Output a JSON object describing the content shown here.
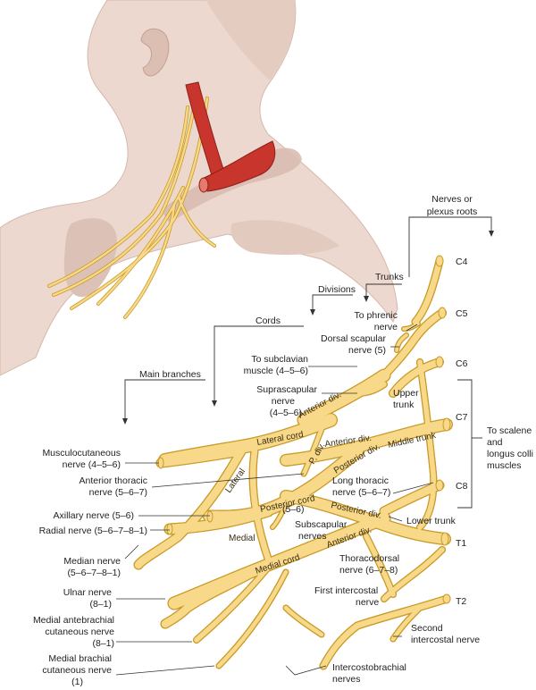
{
  "labels": {
    "roots_heading": [
      "Nerves or",
      "plexus roots"
    ],
    "trunks_heading": "Trunks",
    "divisions_heading": "Divisions",
    "cords_heading": "Cords",
    "branches_heading": "Main branches",
    "roots": [
      "C4",
      "C5",
      "C6",
      "C7",
      "C8",
      "T1",
      "T2"
    ],
    "phrenic": [
      "To phrenic",
      "nerve"
    ],
    "dorsal_scapular": [
      "Dorsal scapular",
      "nerve (5)"
    ],
    "subclavian": [
      "To subclavian",
      "muscle (4–5–6)"
    ],
    "suprascapular": [
      "Suprascapular",
      "nerve",
      "(4–5–6)"
    ],
    "upper_trunk": [
      "Upper",
      "trunk"
    ],
    "middle_trunk": "Middle trunk",
    "lower_trunk": "Lower trunk",
    "scalene": [
      "To scalene",
      "and",
      "longus colli",
      "muscles"
    ],
    "anterior_div": "Anterior div.",
    "posterior_div": "Posterior div.",
    "p_div": "P. div.",
    "lateral_cord": "Lateral cord",
    "posterior_cord": "Posterior cord",
    "medial_cord": "Medial cord",
    "lateral": "Lateral",
    "medial": "Medial",
    "musculocutaneous": [
      "Musculocutaneous",
      "nerve (4–5–6)"
    ],
    "anterior_thoracic": [
      "Anterior thoracic",
      "nerve (5–6–7)"
    ],
    "axillary": "Axillary nerve (5–6)",
    "radial": "Radial nerve (5–6–7–8–1)",
    "median": [
      "Median nerve",
      "(5–6–7–8–1)"
    ],
    "long_thoracic": [
      "Long thoracic",
      "nerve (5–6–7)"
    ],
    "subscapular_num": "(5–6)",
    "subscapular": [
      "Subscapular",
      "nerves"
    ],
    "thoracodorsal": [
      "Thoracodorsal",
      "nerve (6–7–8)"
    ],
    "ulnar": [
      "Ulnar nerve",
      "(8–1)"
    ],
    "first_intercostal": [
      "First intercostal",
      "nerve"
    ],
    "medial_antebrachial": [
      "Medial antebrachial",
      "cutaneous nerve",
      "(8–1)"
    ],
    "second_intercostal": [
      "Second",
      "intercostal nerve"
    ],
    "medial_brachial": [
      "Medial brachial",
      "cutaneous nerve",
      "(1)"
    ],
    "intercostobrachial": [
      "Intercostobrachial",
      "nerves"
    ]
  },
  "colors": {
    "nerve_fill": "#f8d98a",
    "nerve_outline": "#c99a27",
    "skin": "#ecd8cf",
    "skin_shade": "#dcbfb3",
    "muscle": "#c7352d"
  }
}
